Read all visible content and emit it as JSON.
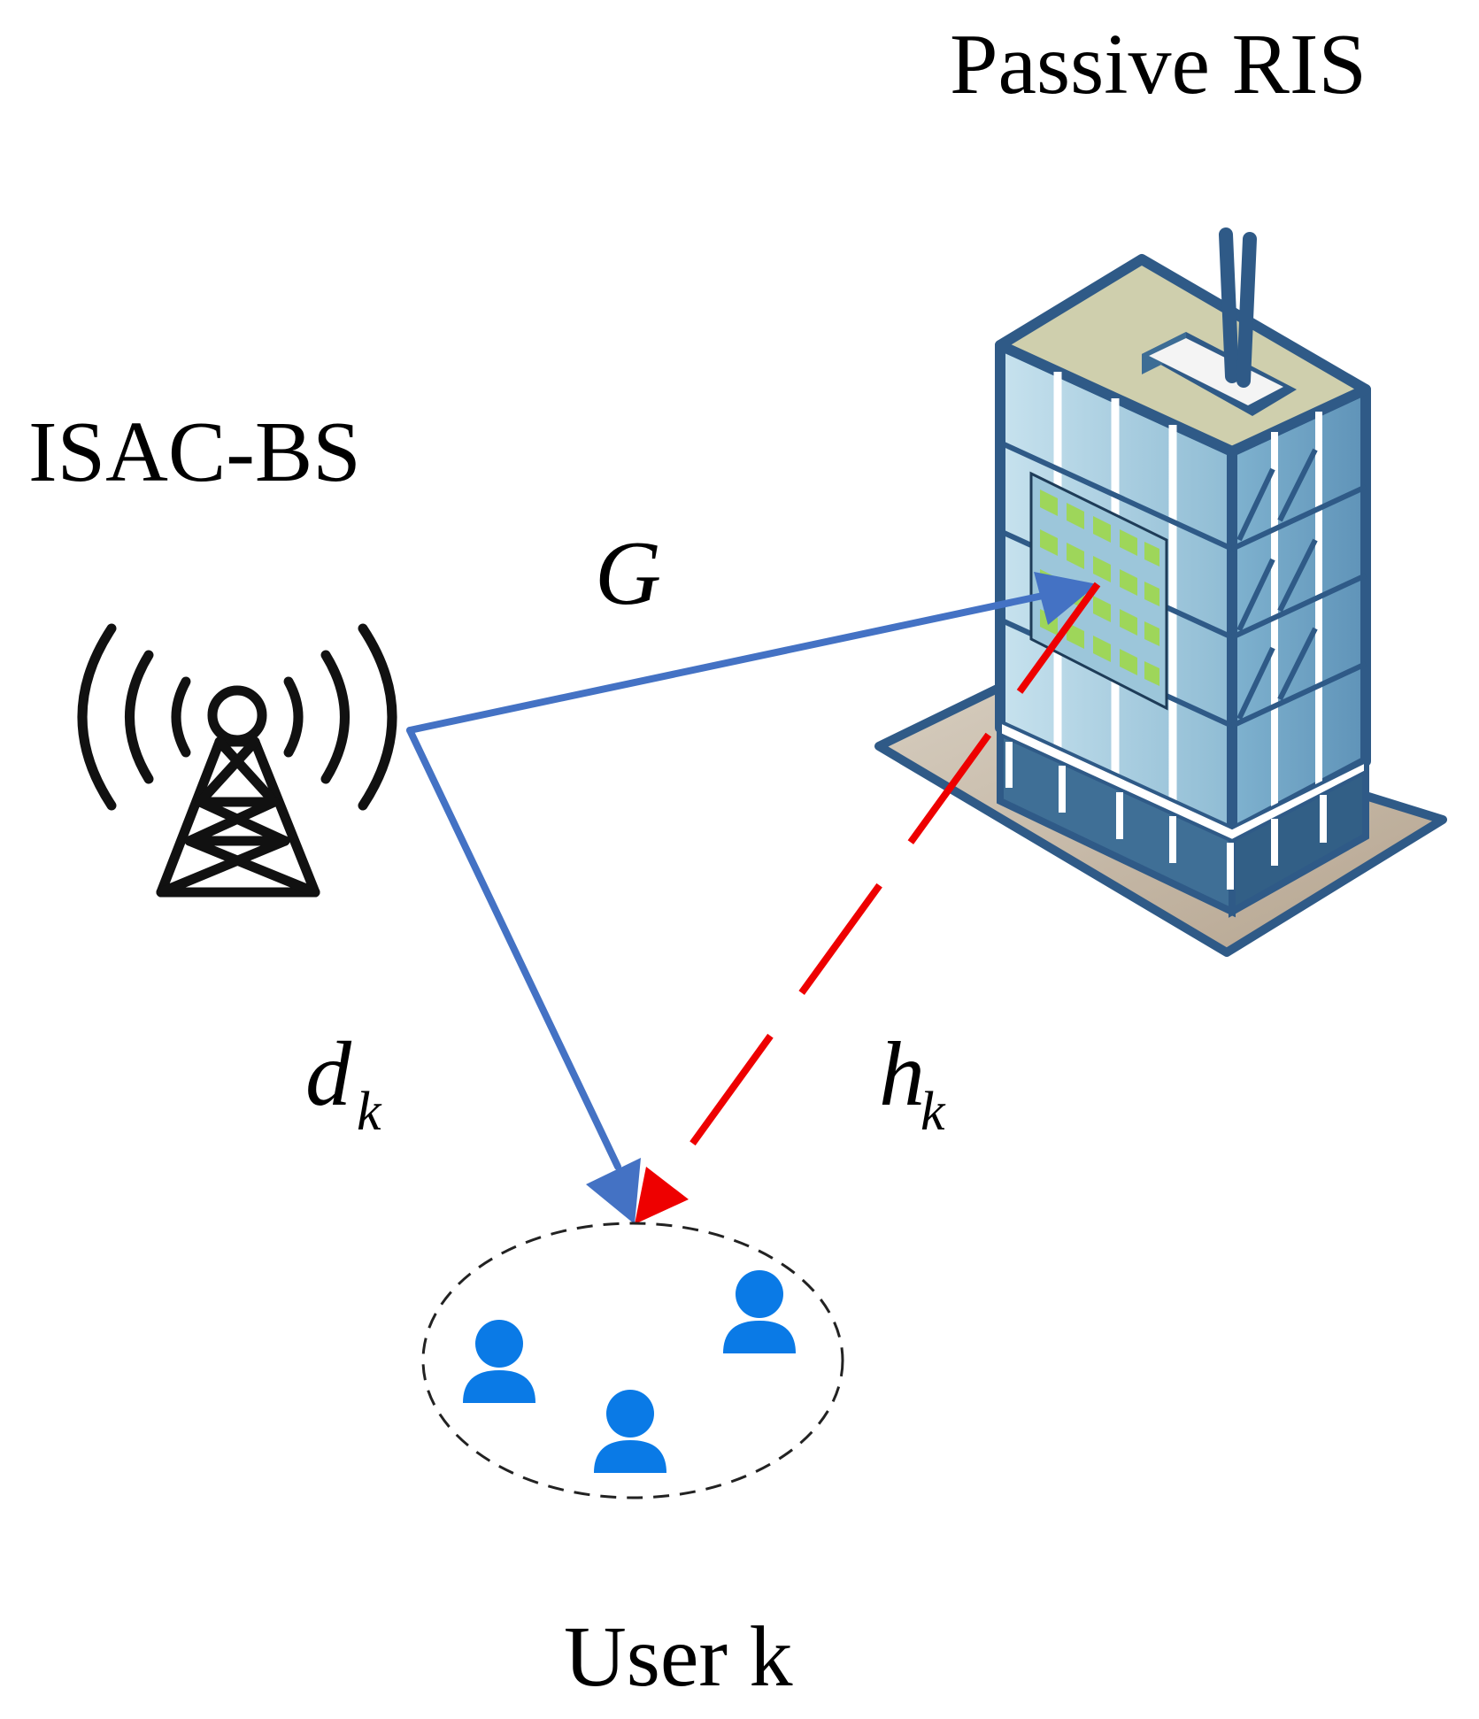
{
  "labels": {
    "ris_title": "Passive RIS",
    "bs_title": "ISAC-BS",
    "user_title": "User k",
    "g_symbol": "G",
    "d_symbol": "d",
    "d_subscript": "k",
    "h_symbol": "h",
    "h_subscript": "k"
  },
  "colors": {
    "link_blue": "#4472c4",
    "link_red": "#ee0000",
    "user_blue": "#0a7ae6",
    "tower_black": "#111111",
    "building_frame": "#2f5a87",
    "building_glass": "#a9cfe0",
    "roof": "#cfcfad",
    "ground": "#c5b8a6",
    "ris_tile": "#9ed65a"
  },
  "icons": {
    "base_station": "radio-tower-icon",
    "ris_building": "office-building-icon",
    "user": "user-icon"
  }
}
